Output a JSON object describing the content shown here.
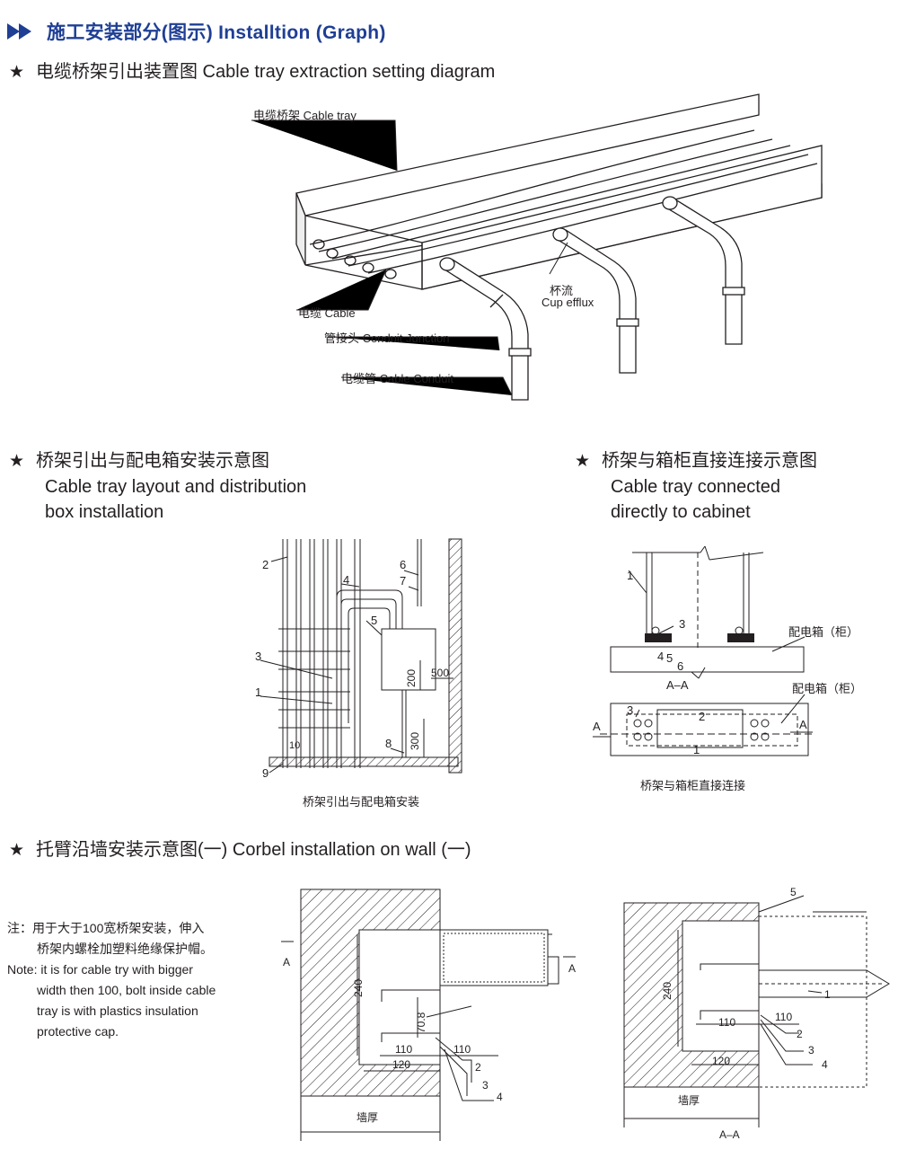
{
  "header": {
    "title": "施工安装部分(图示) Installtion (Graph)",
    "icon": "double-arrow-icon",
    "color": "#1f3f95"
  },
  "section1": {
    "title": "电缆桥架引出装置图 Cable tray extraction setting diagram",
    "labels": {
      "tray": "电缆桥架 Cable tray",
      "cable": "电缆 Cable",
      "junction": "管接头 Conduit Junction",
      "conduit": "电缆管 Cable Conduit",
      "cup_cn": "杯流",
      "cup_en": "Cup efflux"
    }
  },
  "section2": {
    "title_cn": "桥架引出与配电箱安装示意图",
    "title_en1": "Cable tray layout and distribution",
    "title_en2": "box installation",
    "caption": "桥架引出与配电箱安装",
    "numbers": [
      "1",
      "2",
      "3",
      "4",
      "5",
      "6",
      "7",
      "8",
      "9",
      "10"
    ],
    "dims": [
      "200",
      "500",
      "300"
    ]
  },
  "section3": {
    "title_cn": "桥架与箱柜直接连接示意图",
    "title_en1": "Cable tray connected",
    "title_en2": "directly to cabinet",
    "cabinet": "配电箱（柜）",
    "section_label": "A–A",
    "a_mark": "A",
    "caption": "桥架与箱柜直接连接",
    "numbers": [
      "1",
      "2",
      "3",
      "4",
      "5",
      "6"
    ]
  },
  "section4": {
    "title": "托臂沿墙安装示意图(一) Corbel installation on wall (一)",
    "note_cn1": "注：用于大于100宽桥架安装，伸入",
    "note_cn2": "桥架内螺栓加塑料绝缘保护帽。",
    "note_en1": "Note: it is for cable try with bigger",
    "note_en2": "width then 100, bolt inside cable",
    "note_en3": "tray is with plastics insulation",
    "note_en4": "protective cap.",
    "wall_thickness": "墙厚",
    "section_label": "A–A",
    "a_mark": "A",
    "dims": [
      "240",
      "70.8",
      "110",
      "110",
      "120"
    ],
    "numbers": [
      "1",
      "2",
      "3",
      "4",
      "5"
    ]
  }
}
